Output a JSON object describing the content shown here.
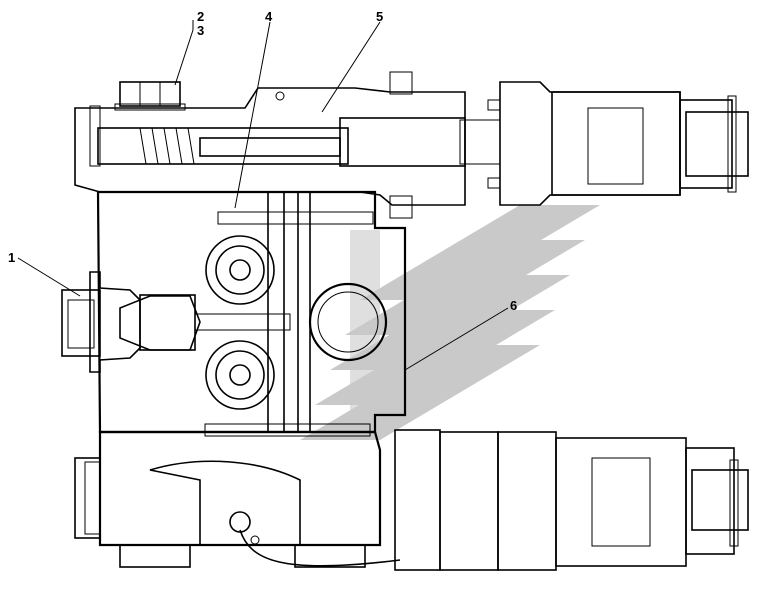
{
  "callouts": {
    "c1": "1",
    "c2": "2",
    "c3": "3",
    "c4": "4",
    "c5": "5",
    "c6": "6"
  },
  "colors": {
    "ink": "#000000",
    "watermark": "#c9c9c9",
    "background": "#ffffff"
  }
}
